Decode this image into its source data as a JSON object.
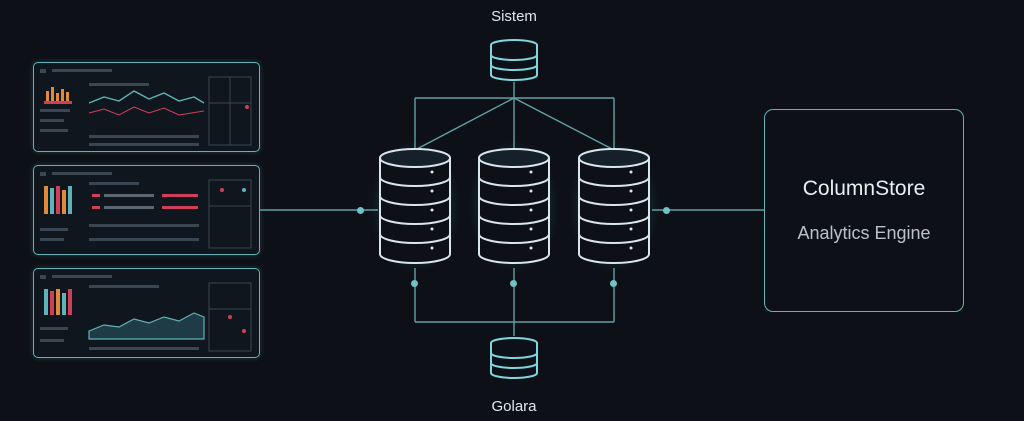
{
  "top_store_label": "Sistem",
  "bottom_store_label": "Golara",
  "engine": {
    "title": "ColumnStore",
    "subtitle": "Analytics Engine"
  },
  "colors": {
    "background": "#0d1117",
    "line": "#6fb9bd",
    "node_glow": "#3fd0e0",
    "accent_red": "#cf3f5a",
    "accent_orange": "#e08a3a"
  },
  "icons": [
    "database-icon",
    "server-node-icon",
    "dashboard-thumbnail"
  ]
}
